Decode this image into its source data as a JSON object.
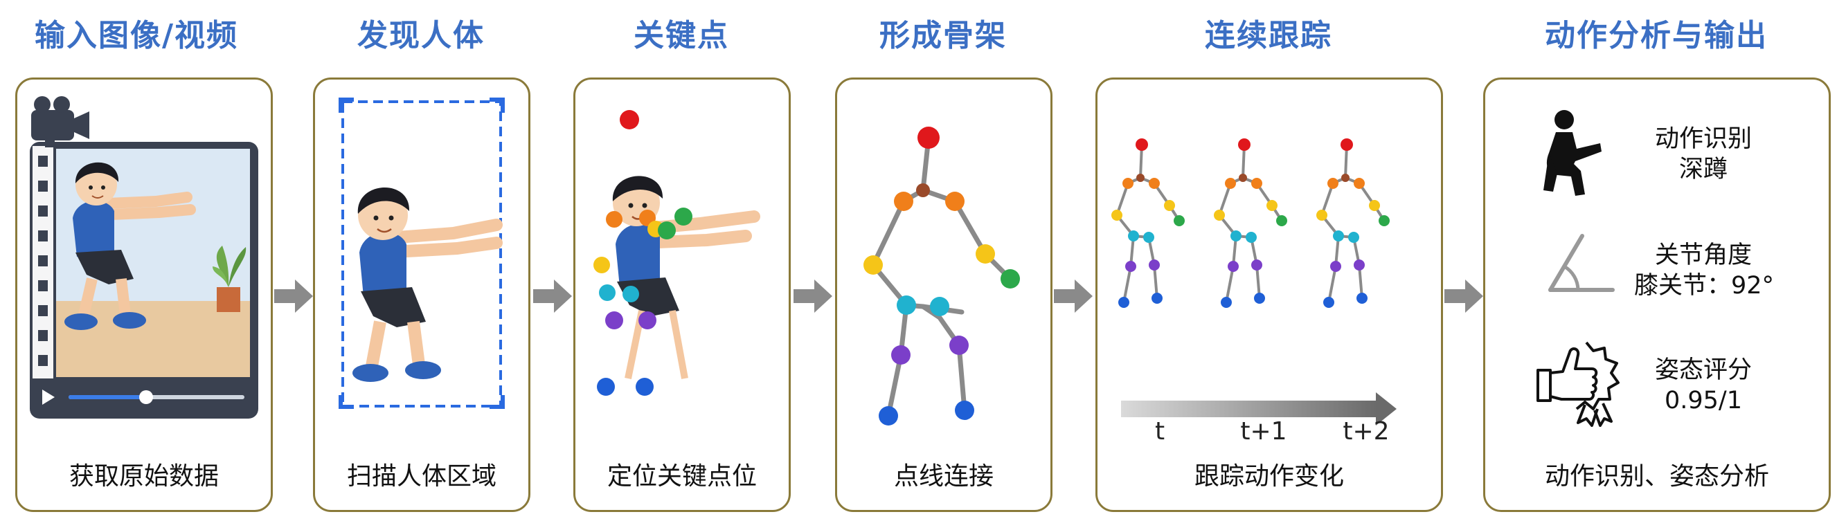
{
  "stages": [
    {
      "title": "输入图像/视频",
      "caption": "获取原始数据"
    },
    {
      "title": "发现人体",
      "caption": "扫描人体区域"
    },
    {
      "title": "关键点",
      "caption": "定位关键点位"
    },
    {
      "title": "形成骨架",
      "caption": "点线连接"
    },
    {
      "title": "连续跟踪",
      "caption": "跟踪动作变化"
    },
    {
      "title": "动作分析与输出",
      "caption": "动作识别、姿态分析"
    }
  ],
  "tracking": {
    "frames": [
      "t",
      "t+1",
      "t+2"
    ]
  },
  "output": {
    "action": {
      "label": "动作识别",
      "value": "深蹲"
    },
    "angle": {
      "label": "关节角度",
      "value": "膝关节：92°"
    },
    "score": {
      "label": "姿态评分",
      "value": "0.95/1"
    }
  },
  "icons": {
    "camera": "video-camera-icon",
    "play": "play-icon",
    "squat": "squat-pose-icon",
    "angle": "angle-icon",
    "score": "thumbs-up-badge-icon",
    "arrow": "right-arrow-icon"
  },
  "colors": {
    "title": "#3b6fc4",
    "panel_border": "#8a7a3a",
    "detection_box": "#2a6ae0",
    "head_point": "#e0181c",
    "shoulder_point": "#f07f1a",
    "wrist_point": "#2ca84a",
    "hip_point": "#20b2cf",
    "knee_point": "#7b3fc9",
    "ankle_point": "#1f5fd6",
    "bone": "#8a8a8a"
  }
}
